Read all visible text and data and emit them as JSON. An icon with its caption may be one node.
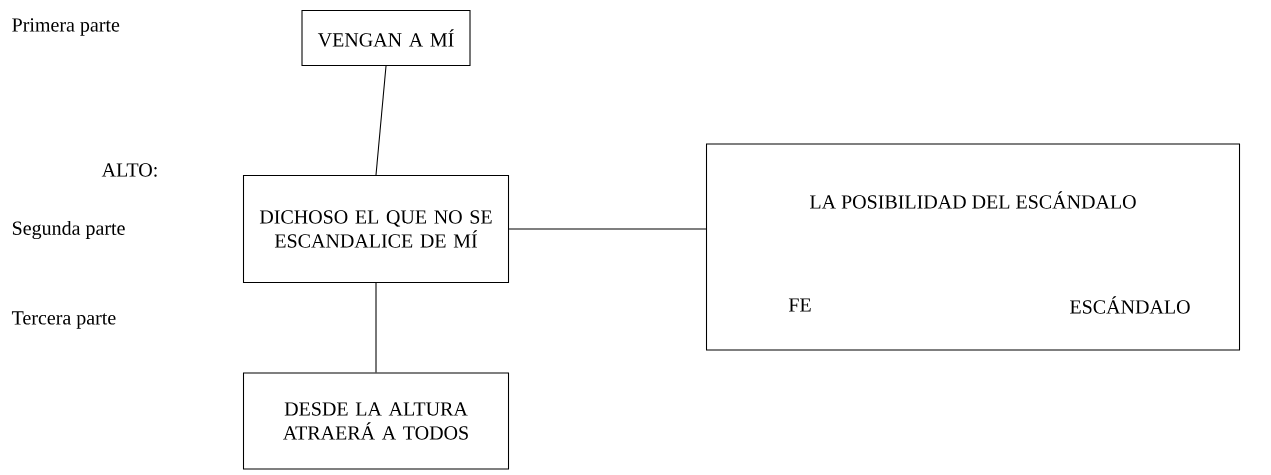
{
  "diagram": {
    "nodes": [
      {
        "text": [
          "VENGAN A MÍ"
        ]
      },
      {
        "text": [
          "DICHOSO EL QUE NO SE ESCANDALICE DE MÍ"
        ]
      },
      {
        "text": [
          "LA POSIBILIDAD DEL ESCÁNDALO",
          "FE",
          "ESCÁNDALO"
        ]
      },
      {
        "text": [
          "DESDE LA ALTURA ATRAERÁ A TODOS"
        ]
      }
    ],
    "edges": [
      {
        "from": 0,
        "to": 1,
        "arrow": "none"
      },
      {
        "from": 1,
        "to": 2,
        "arrow": "none"
      },
      {
        "from": 1,
        "to": 3,
        "arrow": "none"
      }
    ],
    "labels": [
      "Primera parte",
      "ALTO:",
      "Segunda parte",
      "Tercera parte"
    ]
  }
}
